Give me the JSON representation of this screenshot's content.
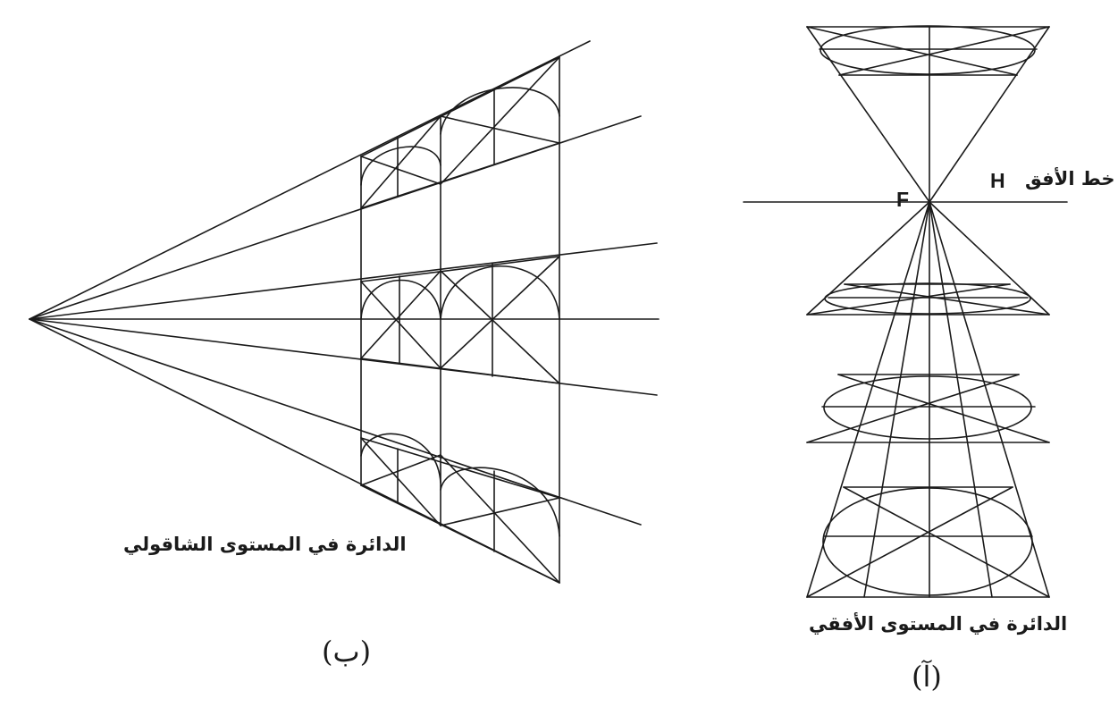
{
  "labels": {
    "horizon_line": "خط الأفق",
    "horizon_letter": "H",
    "focal_point": "F",
    "caption_horizontal": "الدائرة في المستوى الأفقي",
    "caption_vertical": "الدائرة في المستوى الشاقولي",
    "figure_a": "(آ)",
    "figure_b": "(ب)"
  },
  "colors": {
    "line": "#1a1a1a",
    "background": "#ffffff"
  }
}
